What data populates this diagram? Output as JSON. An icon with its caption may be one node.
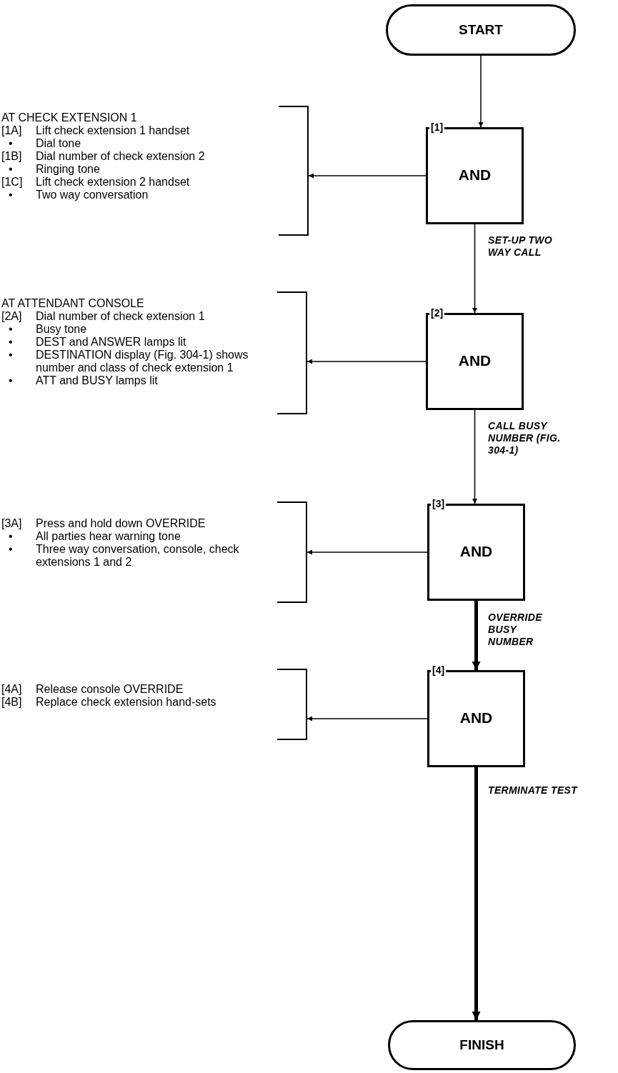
{
  "diagram": {
    "nodes": [
      {
        "text": [
          "START"
        ]
      },
      {
        "text": [
          "AT CHECK EXTENSION 1",
          "[1A]",
          "Lift check extension 1 handset",
          "•",
          "Dial tone",
          "[1B]",
          "Dial number of check extension 2",
          "•",
          "Ringing tone",
          "[1C]",
          "Lift check extension 2 handset",
          "•",
          "Two way conversation"
        ]
      },
      {
        "text": [
          "[1]",
          "AND"
        ]
      },
      {
        "text": [
          "AT ATTENDANT CONSOLE",
          "[2A]",
          "Dial number of check extension 1",
          "•",
          "Busy tone",
          "•",
          "DEST and ANSWER lamps lit",
          "•",
          "DESTINATION display (Fig. 304-1) shows number and class of check extension 1",
          "•",
          "ATT and BUSY lamps lit"
        ]
      },
      {
        "text": [
          "[2]",
          "AND"
        ]
      },
      {
        "text": [
          "[3A]",
          "Press and hold down OVERRIDE",
          "•",
          "All parties hear warning tone",
          "•",
          "Three way conversation, console, check extensions 1 and 2"
        ]
      },
      {
        "text": [
          "[3]",
          "AND"
        ]
      },
      {
        "text": [
          "[4A]",
          "Release console OVERRIDE",
          "[4B]",
          "Replace check extension hand-sets"
        ]
      },
      {
        "text": [
          "[4]",
          "AND"
        ]
      },
      {
        "text": [
          "FINISH"
        ]
      }
    ],
    "edges": [
      {
        "from": 0,
        "to": 2,
        "arrow": "to"
      },
      {
        "from": 2,
        "to": 1,
        "arrow": "to"
      },
      {
        "from": 2,
        "to": 4,
        "arrow": "to",
        "label": "SET-UP TWO WAY CALL"
      },
      {
        "from": 4,
        "to": 3,
        "arrow": "to"
      },
      {
        "from": 4,
        "to": 6,
        "arrow": "to",
        "label": "CALL BUSY NUMBER (FIG. 304-1)"
      },
      {
        "from": 6,
        "to": 5,
        "arrow": "to"
      },
      {
        "from": 6,
        "to": 8,
        "arrow": "to",
        "label": "OVERRIDE BUSY NUMBER",
        "style": "thick"
      },
      {
        "from": 8,
        "to": 7,
        "arrow": "to"
      },
      {
        "from": 8,
        "to": 9,
        "arrow": "to",
        "label": "TERMINATE TEST",
        "style": "thick"
      }
    ]
  }
}
